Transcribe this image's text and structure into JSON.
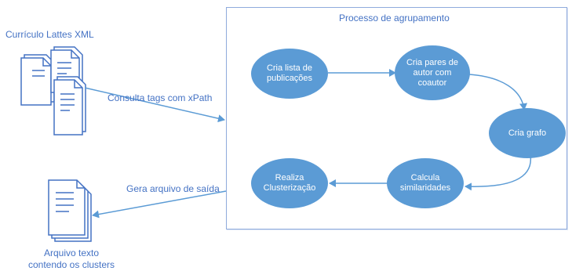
{
  "source": {
    "title": "Currículo Lattes XML",
    "icon": "xml-documents-icon"
  },
  "output": {
    "label": "Arquivo texto\ncontendo os clusters",
    "icon": "text-documents-icon"
  },
  "process": {
    "title": "Processo de agrupamento",
    "steps": [
      {
        "id": "cria-lista",
        "label": "Cria lista de\npublicações"
      },
      {
        "id": "cria-pares",
        "label": "Cria pares de\nautor com\ncoautor"
      },
      {
        "id": "cria-grafo",
        "label": "Cria grafo"
      },
      {
        "id": "calcula",
        "label": "Calcula\nsimilaridades"
      },
      {
        "id": "realiza",
        "label": "Realiza\nClusterização"
      }
    ]
  },
  "edges": {
    "input_label": "Consulta tags com xPath",
    "output_label": "Gera arquivo de saída"
  },
  "colors": {
    "node_fill": "#5b9bd5",
    "arrow": "#5b9bd5",
    "text": "#4472c4",
    "box_border": "#8faadc",
    "doc_fill": "#ffffff",
    "doc_stroke": "#4472c4"
  }
}
